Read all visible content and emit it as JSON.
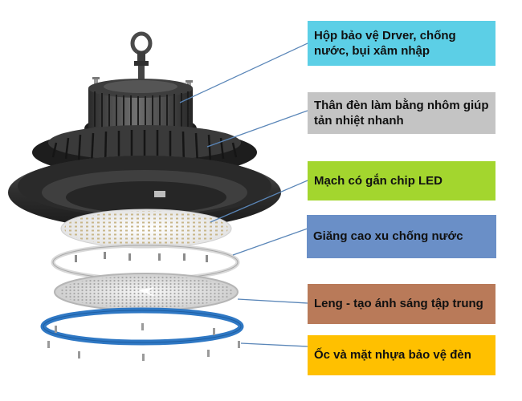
{
  "labels": [
    {
      "id": "driver-box",
      "text": "Hộp bảo vệ Drver, chống nước, bụi xâm nhập",
      "color": "#5ccfe6"
    },
    {
      "id": "aluminum-body",
      "text": "Thân đèn làm bằng nhôm giúp tản nhiệt nhanh",
      "color": "#c4c4c4"
    },
    {
      "id": "led-circuit",
      "text": "Mạch có gắn chip LED",
      "color": "#a3d62e"
    },
    {
      "id": "rubber-gasket",
      "text": "Giăng cao xu chống nước",
      "color": "#6a8fc7"
    },
    {
      "id": "lens",
      "text": "Leng - tạo ánh sáng tập trung",
      "color": "#b97a59"
    },
    {
      "id": "screws-cover",
      "text": "Ốc và mặt nhựa bảo vệ đèn",
      "color": "#ffc000"
    }
  ],
  "colors": {
    "housing": "#2b2b2b",
    "housing_light": "#4a4a4a",
    "blue_ring": "#2f78c4",
    "leader_line": "#5a86b8"
  }
}
